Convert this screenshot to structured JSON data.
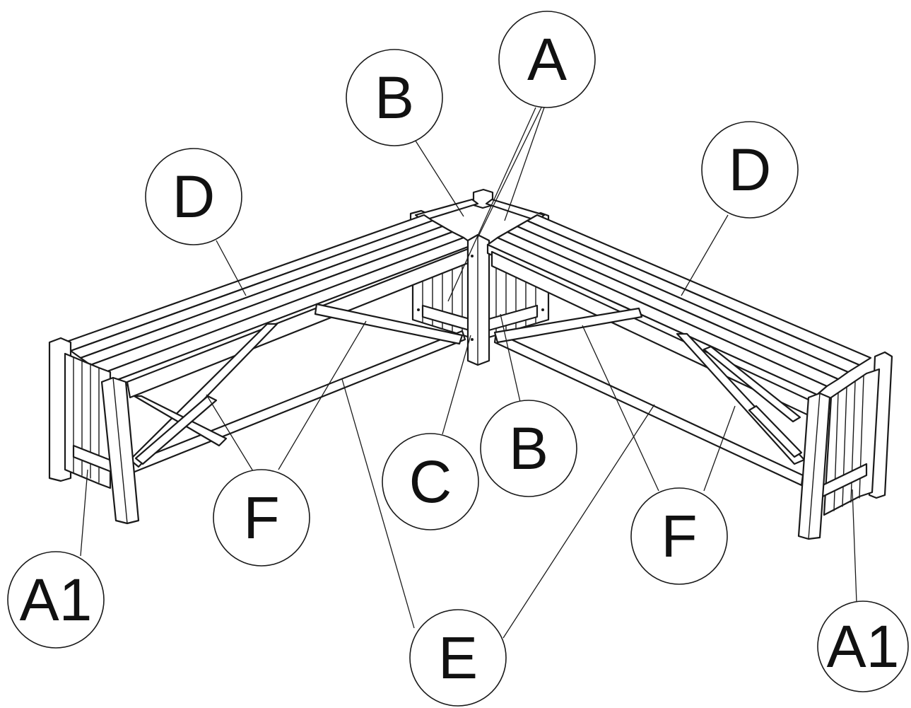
{
  "diagram": {
    "callouts": [
      {
        "id": "a",
        "label": "A"
      },
      {
        "id": "b-top",
        "label": "B"
      },
      {
        "id": "d-left",
        "label": "D"
      },
      {
        "id": "d-right",
        "label": "D"
      },
      {
        "id": "b-bottom",
        "label": "B"
      },
      {
        "id": "c",
        "label": "C"
      },
      {
        "id": "f-left",
        "label": "F"
      },
      {
        "id": "f-right",
        "label": "F"
      },
      {
        "id": "a1-left",
        "label": "A1"
      },
      {
        "id": "a1-right",
        "label": "A1"
      },
      {
        "id": "e",
        "label": "E"
      }
    ]
  }
}
